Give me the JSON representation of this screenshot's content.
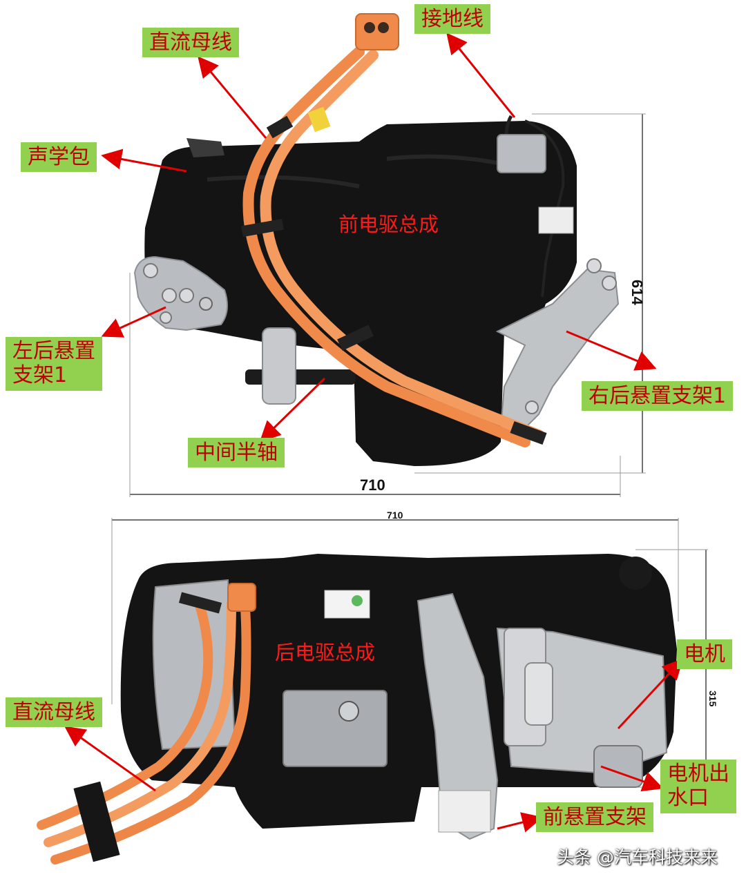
{
  "top_photo": {
    "assembly_label": "前电驱总成",
    "callouts": {
      "dc_bus": "直流母线",
      "ground_wire": "接地线",
      "acoustic_pack": "声学包",
      "left_rear_mount_line1": "左后悬置",
      "left_rear_mount_line2": "支架1",
      "right_rear_mount": "右后悬置支架1",
      "middle_half_shaft": "中间半轴"
    },
    "dimensions": {
      "width": "710",
      "height": "614"
    }
  },
  "bottom_photo": {
    "assembly_label": "后电驱总成",
    "callouts": {
      "motor": "电机",
      "dc_bus": "直流母线",
      "motor_outlet_line1": "电机出",
      "motor_outlet_line2": "水口",
      "front_mount": "前悬置支架"
    },
    "dimensions": {
      "width": "710",
      "height": "315"
    }
  },
  "watermark": "头条 @汽车科技来来",
  "colors": {
    "label_bg": "#92d050",
    "label_text": "#c00000",
    "arrow": "#e00000",
    "cable": "#f08a4b"
  }
}
